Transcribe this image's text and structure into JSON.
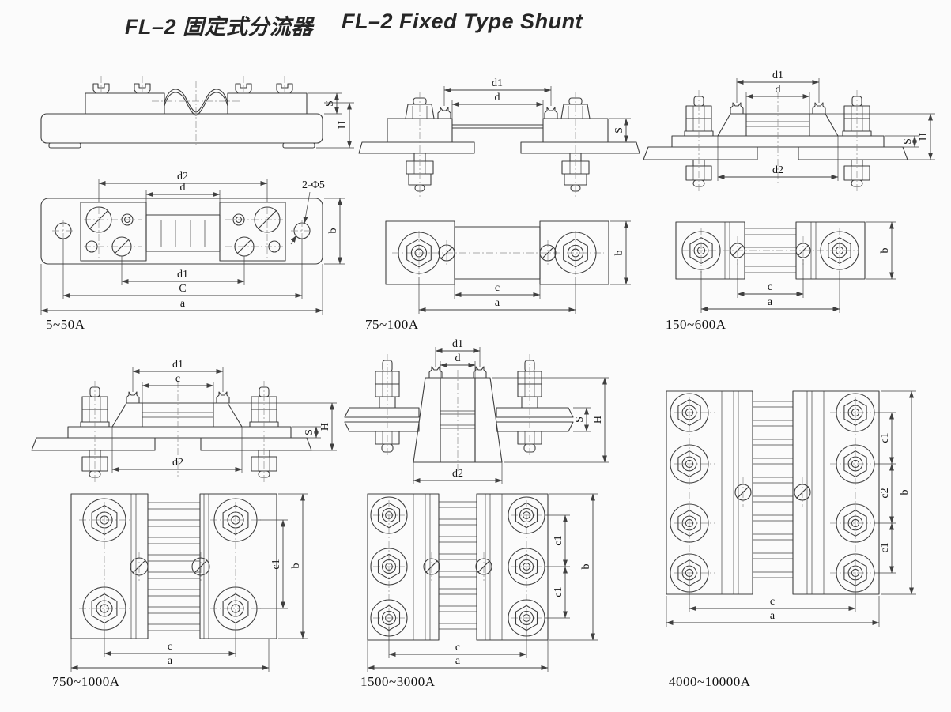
{
  "title": {
    "zh": "FL–2 固定式分流器",
    "en": "FL–2 Fixed Type Shunt"
  },
  "dims": {
    "a": "a",
    "b": "b",
    "c": "c",
    "c1": "c1",
    "c2": "c2",
    "d": "d",
    "d1": "d1",
    "d2": "d2",
    "C": "C",
    "S": "S",
    "H": "H",
    "hole": "2-Φ5"
  },
  "colors": {
    "background": "#fbfbfb",
    "line": "#3f3f3f",
    "text": "#151515"
  },
  "drawings": [
    {
      "label": "5~50A",
      "views": "side, top",
      "dim_labels": [
        "d2",
        "d",
        "2-Φ5",
        "b",
        "d1",
        "C",
        "a",
        "S",
        "H"
      ]
    },
    {
      "label": "75~100A",
      "views": "side, top",
      "dim_labels": [
        "d1",
        "d",
        "S",
        "c",
        "a",
        "b"
      ]
    },
    {
      "label": "150~600A",
      "views": "side, top",
      "dim_labels": [
        "d1",
        "d",
        "d2",
        "S",
        "H",
        "c",
        "a",
        "b"
      ]
    },
    {
      "label": "750~1000A",
      "views": "side, front",
      "dim_labels": [
        "d1",
        "c",
        "d2",
        "S",
        "H",
        "c1",
        "b",
        "c",
        "a"
      ]
    },
    {
      "label": "1500~3000A",
      "views": "side, front",
      "dim_labels": [
        "d1",
        "d",
        "d2",
        "S",
        "H",
        "c1",
        "c1",
        "b",
        "c",
        "a"
      ]
    },
    {
      "label": "4000~10000A",
      "views": "front",
      "dim_labels": [
        "c1",
        "c2",
        "c1",
        "b",
        "c",
        "a"
      ]
    }
  ]
}
